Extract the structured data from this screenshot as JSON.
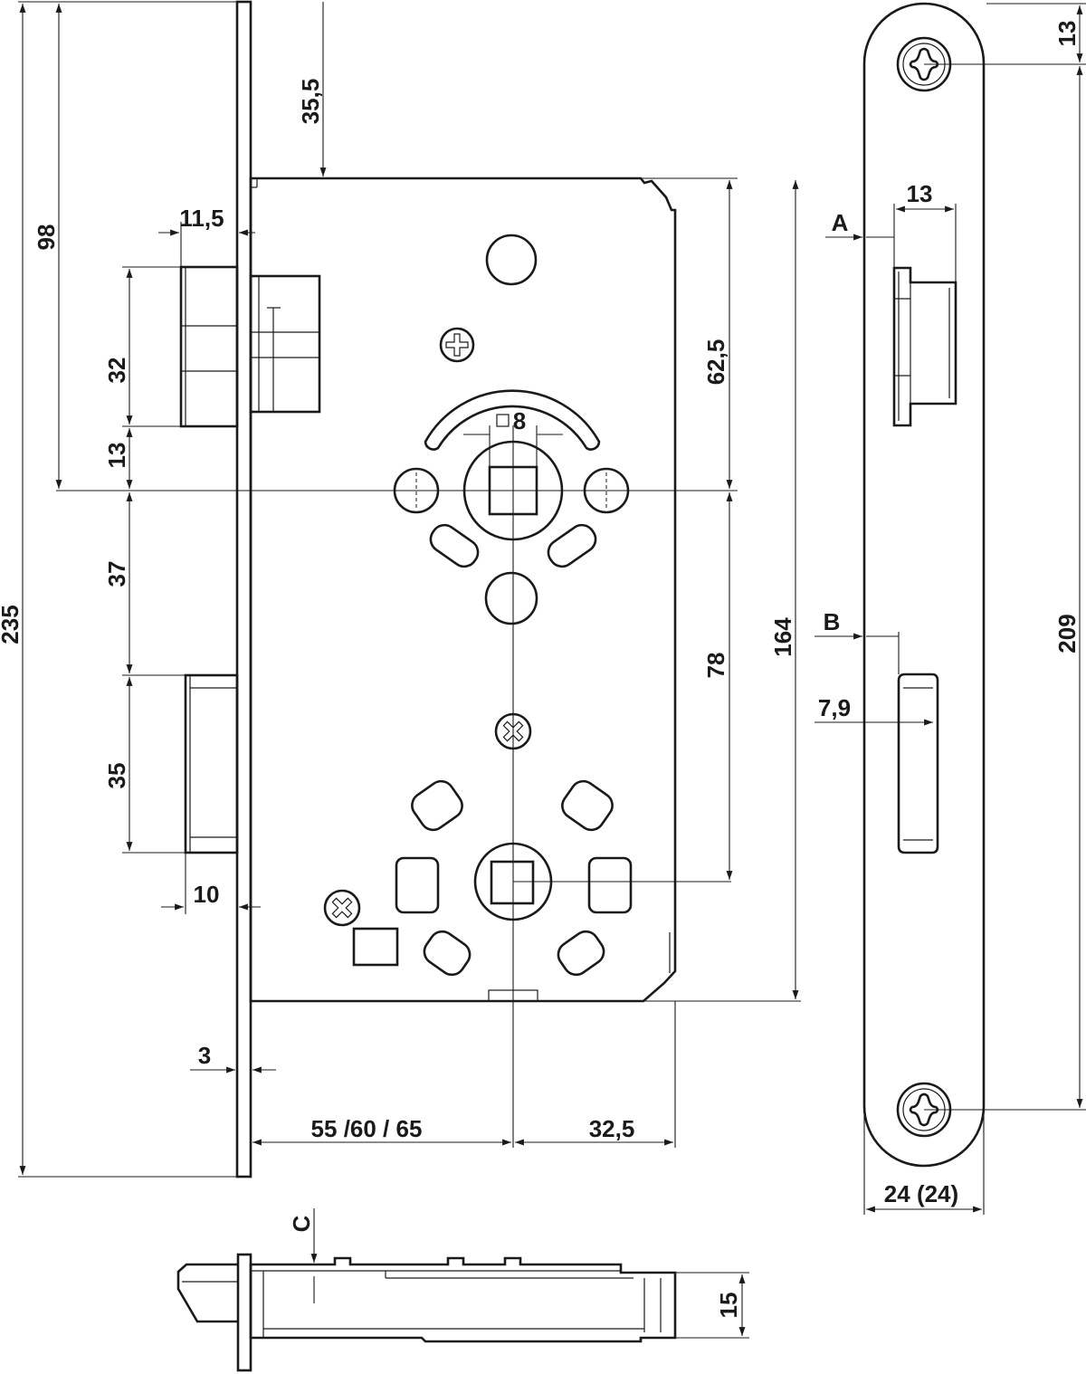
{
  "colors": {
    "line": "#1a1a1a",
    "background": "#ffffff"
  },
  "dimensions": {
    "d235": "235",
    "d98": "98",
    "d35_5": "35,5",
    "d11_5": "11,5",
    "d32": "32",
    "d13_left": "13",
    "d37": "37",
    "d35": "35",
    "d10": "10",
    "d3": "3",
    "d55": "55 /60 / 65",
    "d32_5": "32,5",
    "d8": "8",
    "d62_5": "62,5",
    "d78": "78",
    "d164": "164",
    "dA": "A",
    "d13_plate": "13",
    "dB": "B",
    "d7_9": "7,9",
    "d13_top": "13",
    "d209": "209",
    "d24": "24 (24)",
    "dC": "C",
    "d15": "15"
  }
}
